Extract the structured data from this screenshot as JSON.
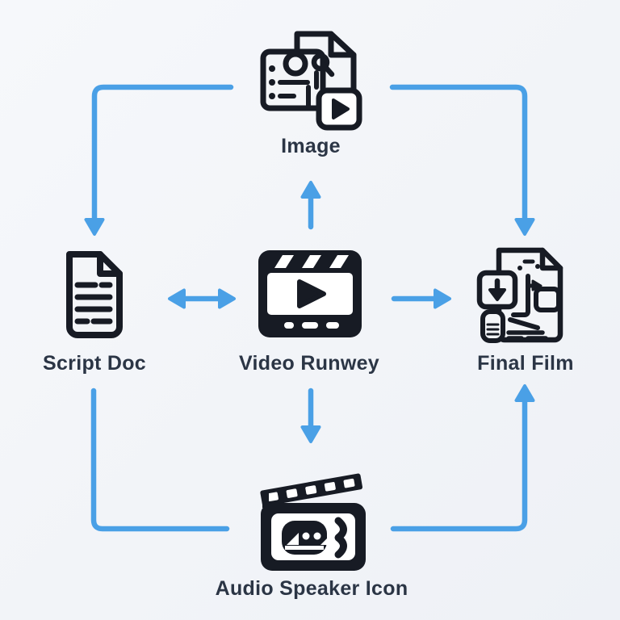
{
  "diagram": {
    "type": "flowchart",
    "background_color": "#f3f5f8",
    "arrow_color": "#4aa0e6",
    "icon_color": "#171b24",
    "label_color": "#2b3545",
    "nodes": {
      "image": {
        "label": "Image",
        "icon": "image-document-play-icon"
      },
      "script_doc": {
        "label": "Script Doc",
        "icon": "script-document-icon"
      },
      "video_runwey": {
        "label": "Video Runwey",
        "icon": "video-clapper-play-icon"
      },
      "final_film": {
        "label": "Final Film",
        "icon": "final-film-document-download-icon"
      },
      "audio_speaker": {
        "label": "Audio Speaker Icon",
        "icon": "clapperboard-audio-speaker-icon"
      }
    },
    "edges": [
      {
        "from": "image",
        "to": "script_doc",
        "style": "elbow",
        "arrowhead": "down"
      },
      {
        "from": "image",
        "to": "final_film",
        "style": "elbow",
        "arrowhead": "down"
      },
      {
        "from": "video_runwey",
        "to": "image",
        "style": "straight",
        "arrowhead": "up"
      },
      {
        "from": "script_doc",
        "to": "video_runwey",
        "style": "straight",
        "arrowhead": "both"
      },
      {
        "from": "video_runwey",
        "to": "final_film",
        "style": "straight",
        "arrowhead": "right"
      },
      {
        "from": "video_runwey",
        "to": "audio_speaker",
        "style": "straight",
        "arrowhead": "down"
      },
      {
        "from": "script_doc",
        "to": "audio_speaker",
        "style": "elbow",
        "arrowhead": "none"
      },
      {
        "from": "audio_speaker",
        "to": "final_film",
        "style": "elbow",
        "arrowhead": "up"
      }
    ]
  }
}
